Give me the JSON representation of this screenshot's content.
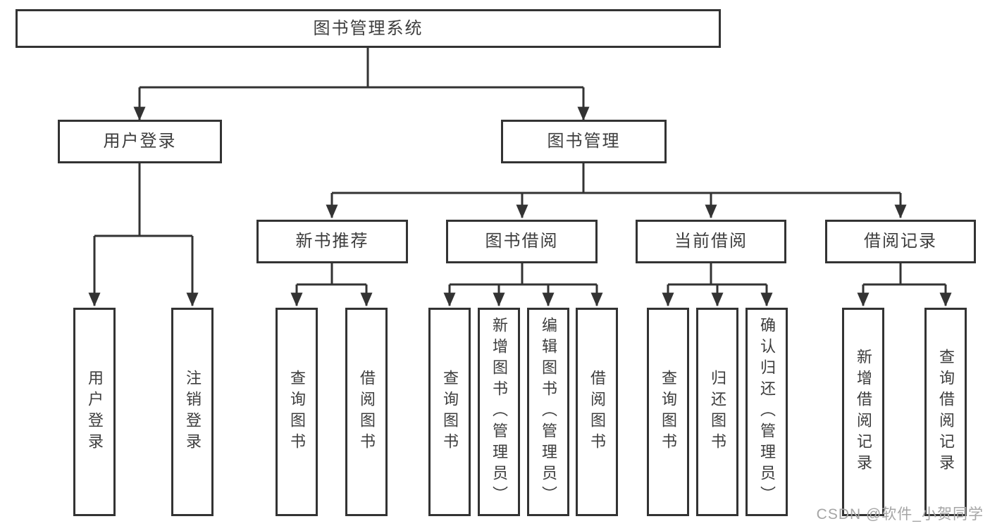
{
  "colors": {
    "line": "#333333",
    "border": "#333333",
    "text": "#3d3d3d",
    "background": "#ffffff",
    "watermark": "#a5a5a5"
  },
  "watermark": {
    "text": "CSDN @软件_小贺同学"
  },
  "tree": {
    "root": {
      "label": "图书管理系统",
      "children": [
        {
          "label": "用户登录",
          "children": [
            {
              "label": "用户登录"
            },
            {
              "label": "注销登录"
            }
          ]
        },
        {
          "label": "图书管理",
          "children": [
            {
              "label": "新书推荐",
              "children": [
                {
                  "label": "查询图书"
                },
                {
                  "label": "借阅图书"
                }
              ]
            },
            {
              "label": "图书借阅",
              "children": [
                {
                  "label": "查询图书"
                },
                {
                  "label": "新增图书（管理员）"
                },
                {
                  "label": "编辑图书（管理员）"
                },
                {
                  "label": "借阅图书"
                }
              ]
            },
            {
              "label": "当前借阅",
              "children": [
                {
                  "label": "查询图书"
                },
                {
                  "label": "归还图书"
                },
                {
                  "label": "确认归还（管理员）"
                }
              ]
            },
            {
              "label": "借阅记录",
              "children": [
                {
                  "label": "新增借阅记录"
                },
                {
                  "label": "查询借阅记录"
                }
              ]
            }
          ]
        }
      ]
    }
  }
}
